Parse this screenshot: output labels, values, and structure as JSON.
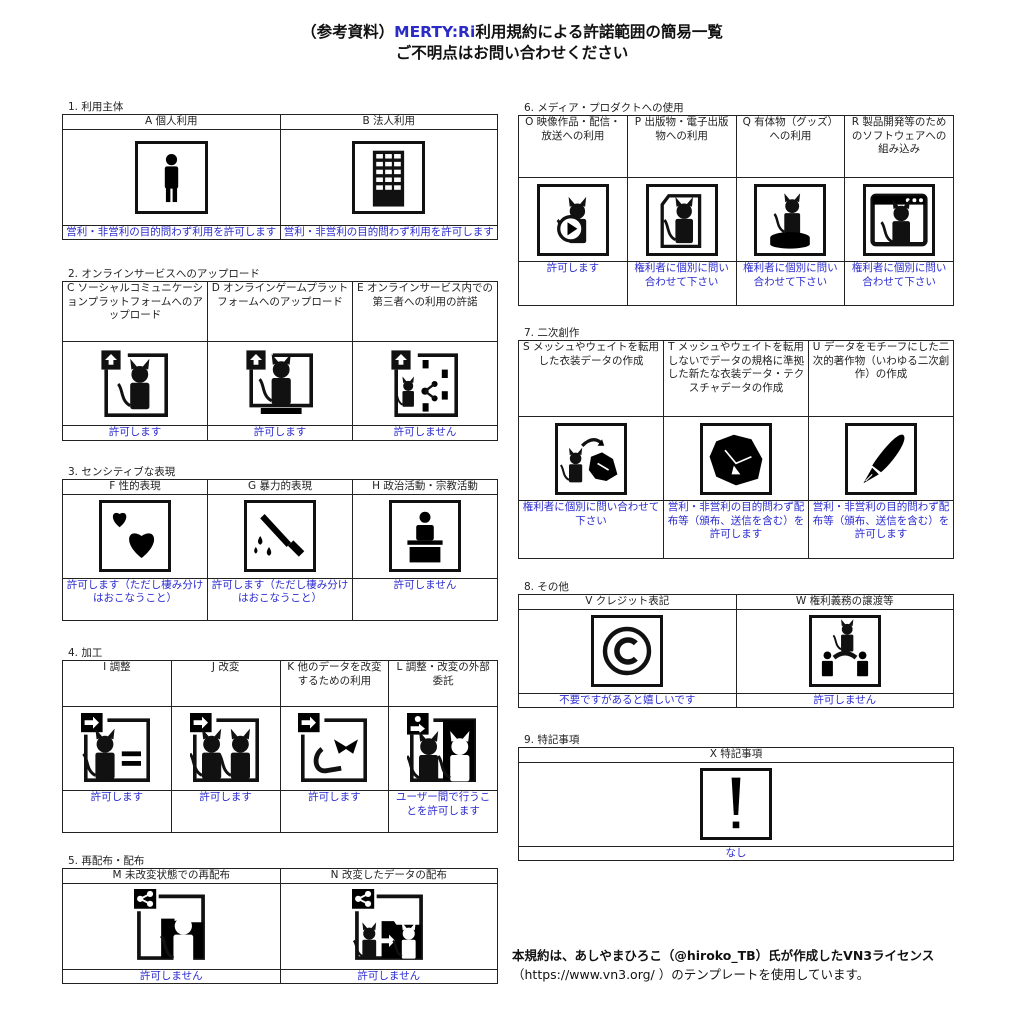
{
  "header": {
    "prefix": "（参考資料）",
    "brand": "MERTY:Ri",
    "suffix": "利用規約による許諾範囲の簡易一覧",
    "subtitle": "ご不明点はお問い合わせください",
    "brand_color": "#2b2bc8"
  },
  "colors": {
    "result_text": "#2b2bd0",
    "border": "#222222"
  },
  "sections": [
    {
      "label": "1.  利用主体",
      "items": [
        {
          "head": "A 個人利用",
          "icon": "person-icon",
          "result": "営利・非営利の目的問わず利用を許可します"
        },
        {
          "head": "B 法人利用",
          "icon": "building-icon",
          "result": "営利・非営利の目的問わず利用を許可します"
        }
      ]
    },
    {
      "label": "2.  オンラインサービスへのアップロード",
      "items": [
        {
          "head": "C ソーシャルコミュニケーションプラットフォームへのアップロード",
          "icon": "upload-social-icon",
          "result": "許可します"
        },
        {
          "head": "D オンラインゲームプラットフォームへのアップロード",
          "icon": "upload-game-icon",
          "result": "許可します"
        },
        {
          "head": "E オンラインサービス内での第三者への利用の許諾",
          "icon": "upload-share-icon",
          "result": "許可しません"
        }
      ]
    },
    {
      "label": "3.  センシティブな表現",
      "items": [
        {
          "head": "F 性的表現",
          "icon": "hearts-icon",
          "result": "許可します（ただし棲み分けはおこなうこと）"
        },
        {
          "head": "G 暴力的表現",
          "icon": "knife-icon",
          "result": "許可します（ただし棲み分けはおこなうこと）"
        },
        {
          "head": "H 政治活動・宗教活動",
          "icon": "podium-icon",
          "result": "許可しません"
        }
      ]
    },
    {
      "label": "4.  加工",
      "items": [
        {
          "head": "I 調整",
          "icon": "adjust-icon",
          "result": "許可します"
        },
        {
          "head": "J 改変",
          "icon": "modify-icon",
          "result": "許可します"
        },
        {
          "head": "K 他のデータを改変するための利用",
          "icon": "parts-icon",
          "result": "許可します"
        },
        {
          "head": "L 調整・改変の外部委託",
          "icon": "outsource-icon",
          "result": "ユーザー間で行うことを許可します"
        }
      ]
    },
    {
      "label": "5.  再配布・配布",
      "items": [
        {
          "head": "M 未改変状態での再配布",
          "icon": "redistribute-icon",
          "result": "許可しません"
        },
        {
          "head": "N 改変したデータの配布",
          "icon": "distribute-modified-icon",
          "result": "許可しません"
        }
      ]
    },
    {
      "label": "6.  メディア・プロダクトへの使用",
      "items": [
        {
          "head": "O 映像作品・配信・放送への利用",
          "icon": "video-icon",
          "result": "許可します"
        },
        {
          "head": "P 出版物・電子出版物への利用",
          "icon": "publication-icon",
          "result": "権利者に個別に問い合わせて下さい"
        },
        {
          "head": "Q 有体物（グッズ）への利用",
          "icon": "figure-icon",
          "result": "権利者に個別に問い合わせて下さい"
        },
        {
          "head": "R 製品開発等のためのソフトウェアへの組み込み",
          "icon": "software-icon",
          "result": "権利者に個別に問い合わせて下さい"
        }
      ]
    },
    {
      "label": "7.  二次創作",
      "items": [
        {
          "head": "S メッシュやウェイトを転用した衣装データの作成",
          "icon": "costume-convert-icon",
          "result": "権利者に個別に問い合わせて下さい"
        },
        {
          "head": "T メッシュやウェイトを転用しないでデータの規格に準拠した新たな衣装データ・テクスチャデータの作成",
          "icon": "costume-icon",
          "result": "営利・非営利の目的問わず配布等（頒布、送信を含む）を許可します"
        },
        {
          "head": "U データをモチーフにした二次的著作物（いわゆる二次創作）の作成",
          "icon": "pen-icon",
          "result": "営利・非営利の目的問わず配布等（頒布、送信を含む）を許可します"
        }
      ]
    },
    {
      "label": "8.  その他",
      "items": [
        {
          "head": "V クレジット表記",
          "icon": "copyright-icon",
          "result": "不要ですがあると嬉しいです"
        },
        {
          "head": "W 権利義務の譲渡等",
          "icon": "transfer-icon",
          "result": "許可しません"
        }
      ]
    },
    {
      "label": "9.  特記事項",
      "items": [
        {
          "head": "X 特記事項",
          "icon": "exclamation-icon",
          "result": "なし"
        }
      ]
    }
  ],
  "footer": {
    "line1": "本規約は、あしやまひろこ（@hiroko_TB）氏が作成したVN3ライセンス",
    "line2": "（https://www.vn3.org/ ）のテンプレートを使用しています。"
  }
}
